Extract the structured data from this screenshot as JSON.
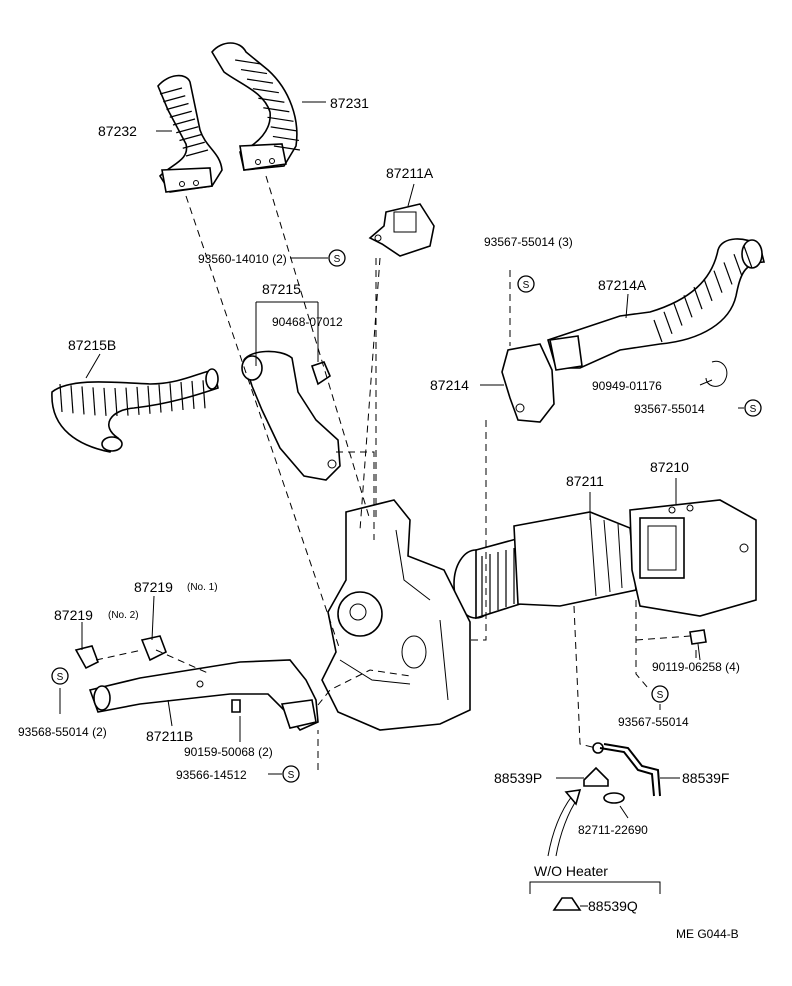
{
  "labels": {
    "p87232": "87232",
    "p87231": "87231",
    "p87211a": "87211A",
    "p93560": "93560-14010 (2)",
    "p87215": "87215",
    "p90468": "90468-07012",
    "p87215b": "87215B",
    "p93567_3": "93567-55014 (3)",
    "p87214a": "87214A",
    "p87214": "87214",
    "p90949": "90949-01176",
    "p93567_a": "93567-55014",
    "p87211": "87211",
    "p87210": "87210",
    "p87219_1": "87219",
    "p87219_1_note": "(No. 1)",
    "p87219_2": "87219",
    "p87219_2_note": "(No. 2)",
    "p93568": "93568-55014 (2)",
    "p87211b": "87211B",
    "p90159": "90159-50068 (2)",
    "p93566": "93566-14512",
    "p90119": "90119-06258 (4)",
    "p93567_b": "93567-55014",
    "p88539p": "88539P",
    "p88539f": "88539F",
    "p82711": "82711-22690",
    "wo_heater": "W/O Heater",
    "p88539q": "88539Q",
    "ref": "ME  G044-B"
  },
  "symbol": "S"
}
